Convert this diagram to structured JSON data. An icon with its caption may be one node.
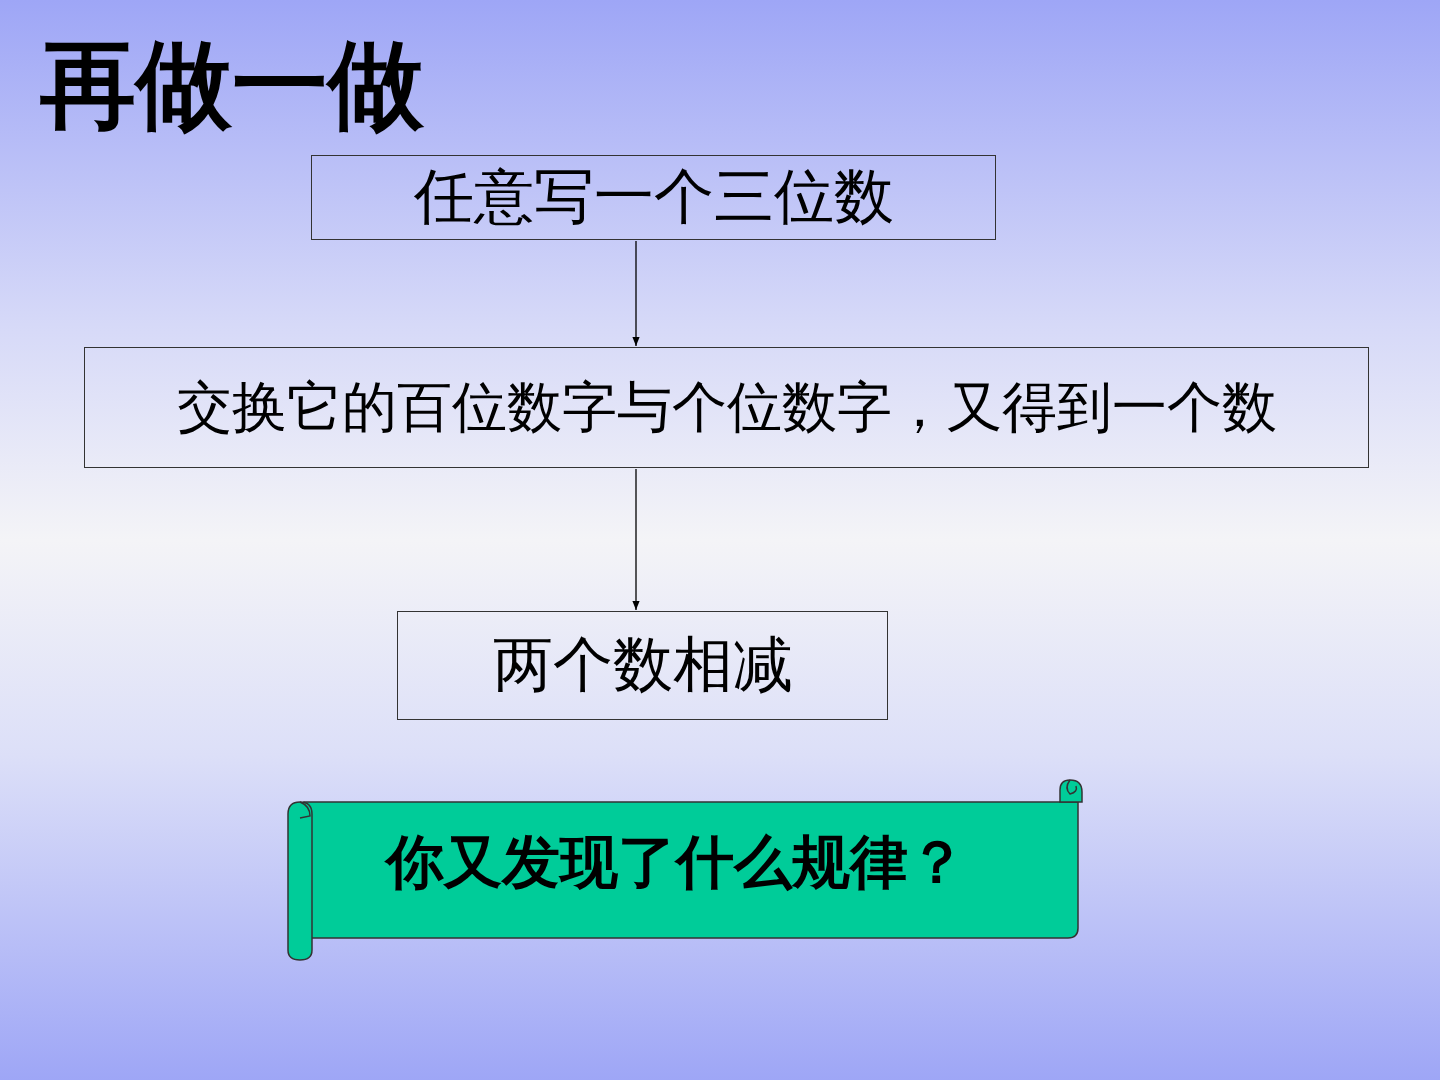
{
  "diagram": {
    "title": "再做一做",
    "nodes": [
      {
        "text": [
          "任意写一个三位数"
        ]
      },
      {
        "text": [
          "交换它的百位数字与个位数字，又得到一个数"
        ]
      },
      {
        "text": [
          "两个数相减"
        ]
      },
      {
        "text": [
          "你又发现了什么规律？"
        ]
      }
    ],
    "edges": [
      {
        "from": 0,
        "to": 1,
        "arrow": "to"
      },
      {
        "from": 1,
        "to": 2,
        "arrow": "to"
      }
    ]
  }
}
